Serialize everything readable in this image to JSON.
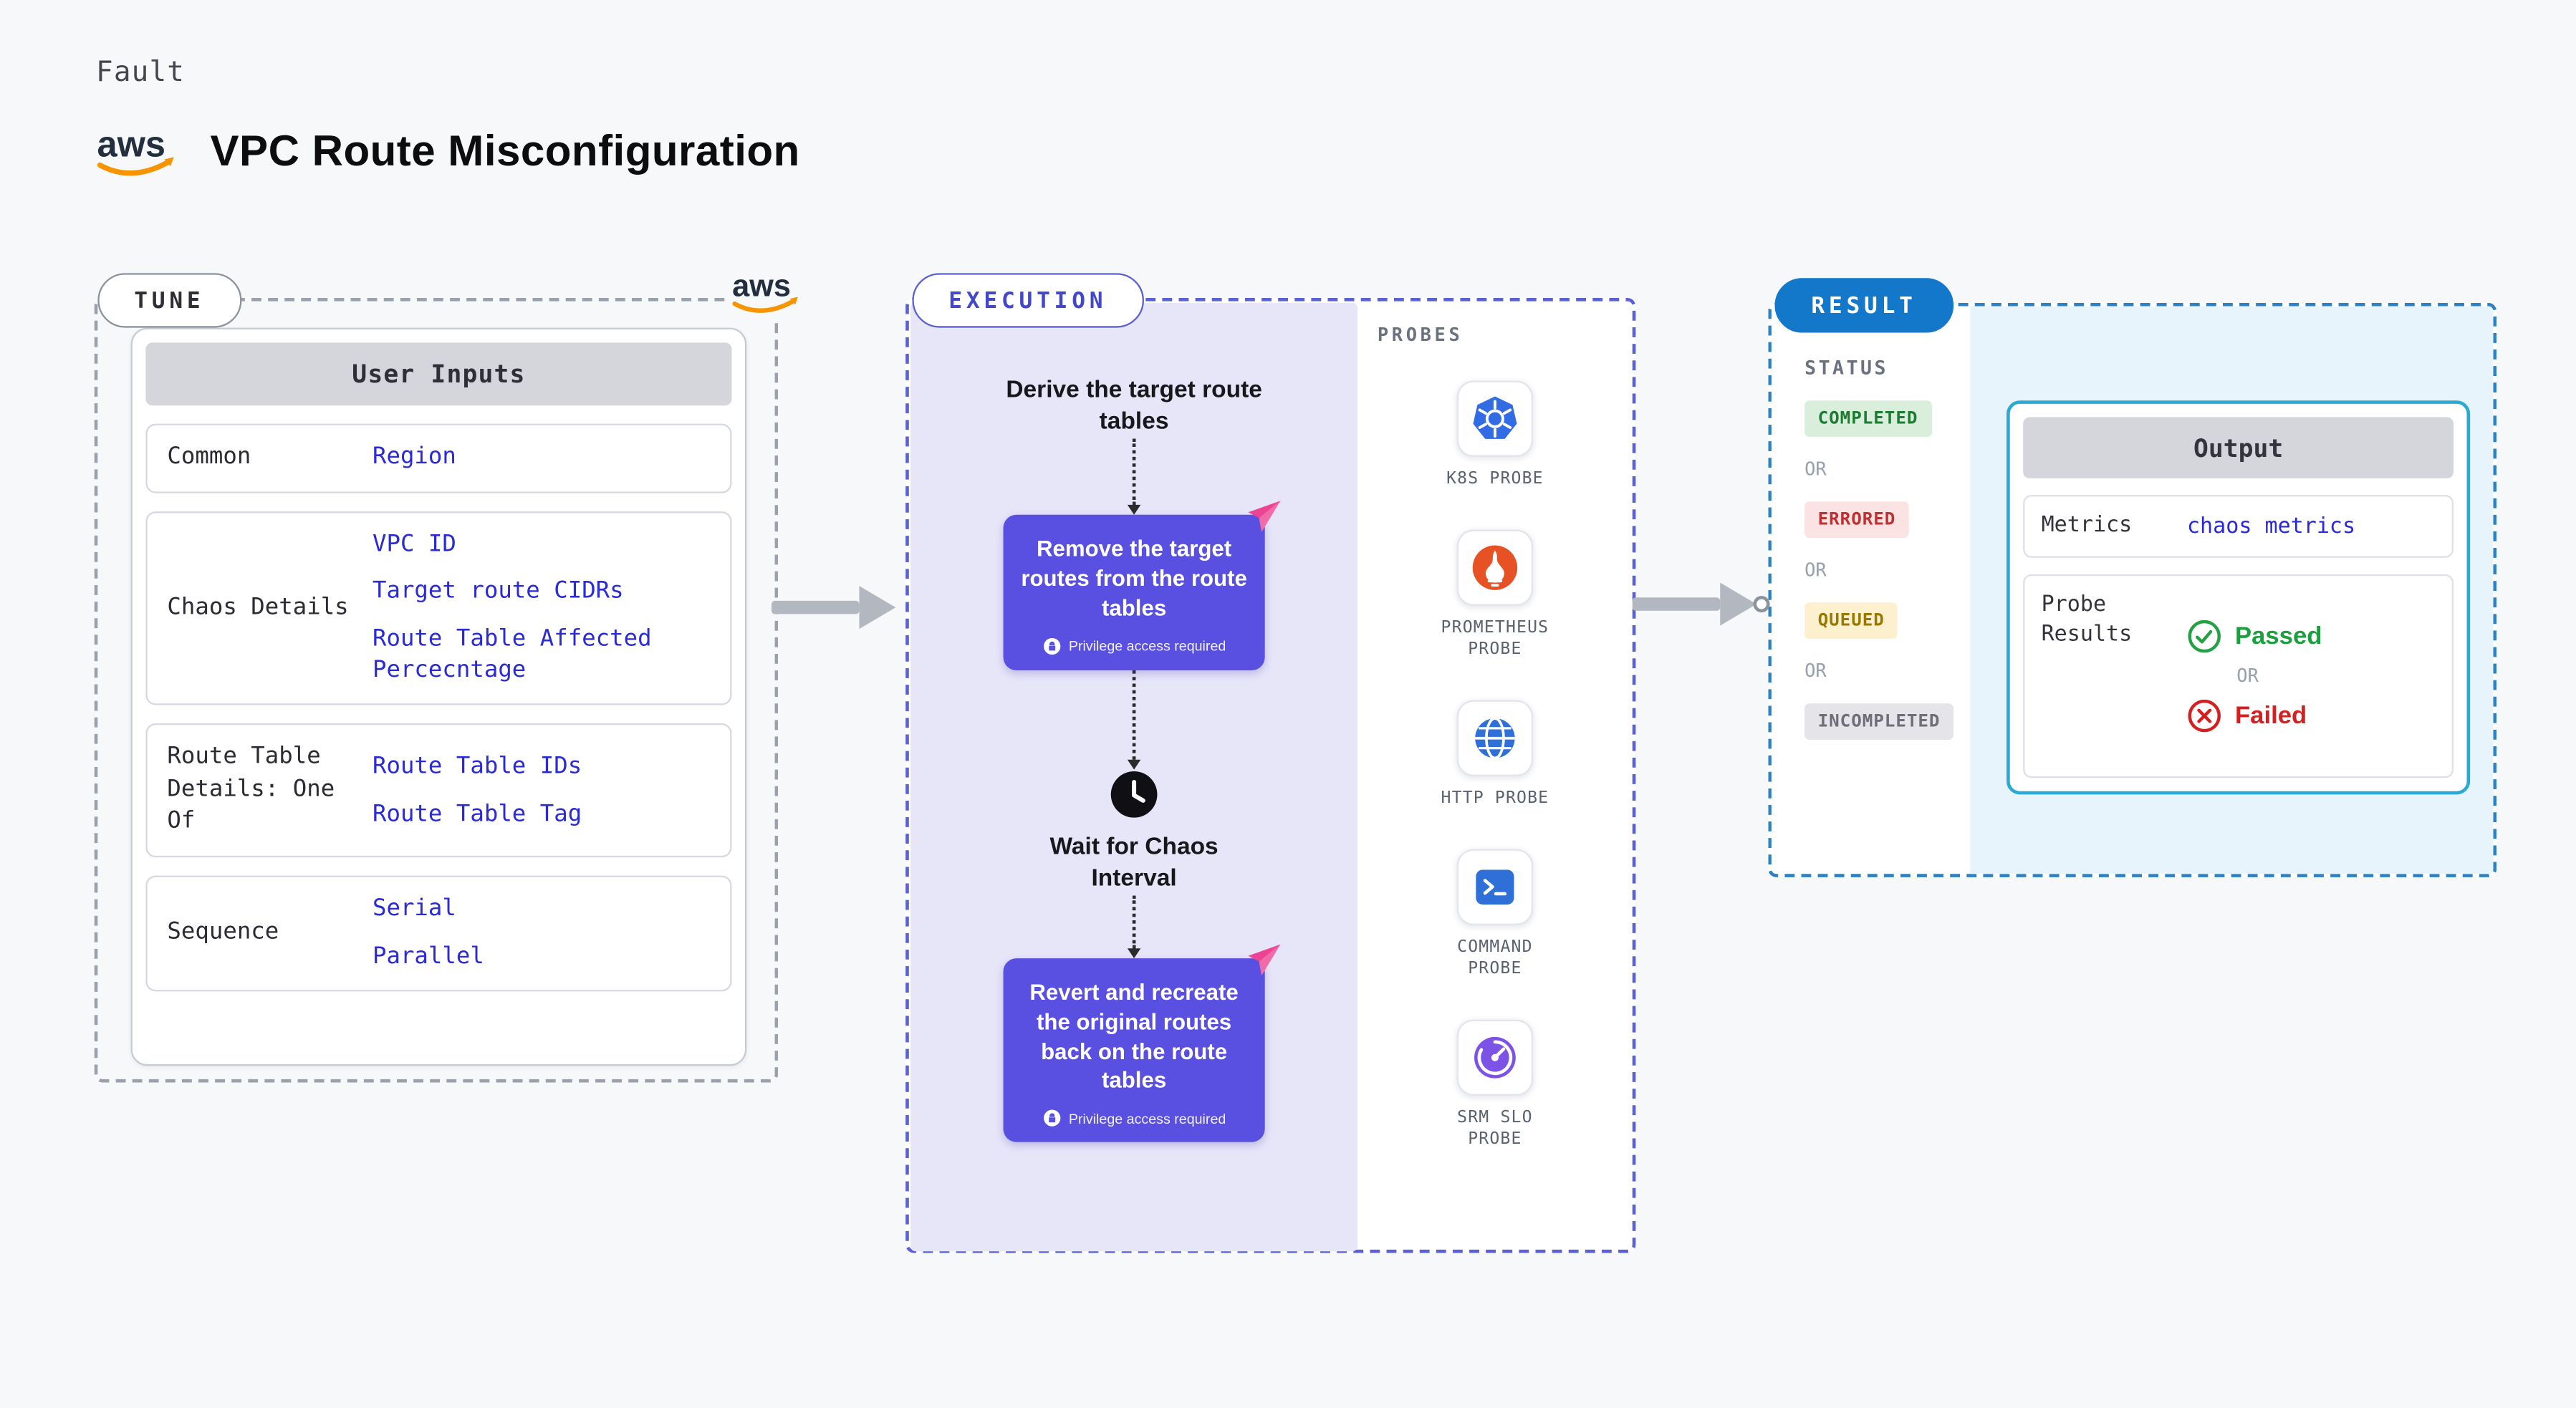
{
  "header": {
    "fault_label": "Fault",
    "aws_text": "aws",
    "title": "VPC Route Misconfiguration"
  },
  "tune": {
    "pill": "TUNE",
    "aws_text": "aws",
    "table": {
      "header": "User Inputs",
      "rows": [
        {
          "label": "Common",
          "values": [
            "Region"
          ]
        },
        {
          "label": "Chaos Details",
          "values": [
            "VPC ID",
            "Target route CIDRs",
            "Route Table Affected Percecntage"
          ]
        },
        {
          "label": "Route Table Details: One Of",
          "values": [
            "Route Table IDs",
            "Route Table Tag"
          ]
        },
        {
          "label": "Sequence",
          "values": [
            "Serial",
            "Parallel"
          ]
        }
      ]
    }
  },
  "execution": {
    "pill": "EXECUTION",
    "step1": "Derive the target route tables",
    "action1": "Remove the target routes from the route tables",
    "privilege_badge": "Privilege access required",
    "wait_step": "Wait for Chaos Interval",
    "action2": "Revert and recreate the original routes back on the route tables",
    "probes": {
      "label": "PROBES",
      "items": [
        {
          "name": "K8S PROBE",
          "icon": "kubernetes-icon"
        },
        {
          "name": "PROMETHEUS PROBE",
          "icon": "prometheus-icon"
        },
        {
          "name": "HTTP PROBE",
          "icon": "globe-icon"
        },
        {
          "name": "COMMAND PROBE",
          "icon": "terminal-icon"
        },
        {
          "name": "SRM SLO PROBE",
          "icon": "gauge-icon"
        }
      ]
    }
  },
  "result": {
    "pill": "RESULT",
    "status": {
      "label": "STATUS",
      "or": "OR",
      "badges": [
        {
          "text": "COMPLETED",
          "bg": "#d9efdb",
          "color": "#1e7b34"
        },
        {
          "text": "ERRORED",
          "bg": "#fbe3e3",
          "color": "#c03030"
        },
        {
          "text": "QUEUED",
          "bg": "#fcf0cf",
          "color": "#9a7800"
        },
        {
          "text": "INCOMPLETED",
          "bg": "#e4e4e9",
          "color": "#6e6e78"
        }
      ]
    },
    "output": {
      "header": "Output",
      "metrics_label": "Metrics",
      "metrics_value": "chaos metrics",
      "probe_results_label": "Probe Results",
      "passed": "Passed",
      "or": "OR",
      "failed": "Failed"
    }
  },
  "colors": {
    "page_bg": "#f7f8fa",
    "value_blue": "#2a2ad6",
    "action_purple": "#594fe0",
    "execution_bg": "#e7e6f9",
    "execution_border": "#5b60d2",
    "tune_border": "#9aa1ab",
    "result_border": "#2e80c2",
    "result_pill_bg": "#1478ca",
    "output_border": "#2aa9d2",
    "output_panel_bg": "#e8f4fb",
    "aws_orange": "#f79400",
    "passed_green": "#1d9e3f",
    "failed_red": "#d42020"
  }
}
